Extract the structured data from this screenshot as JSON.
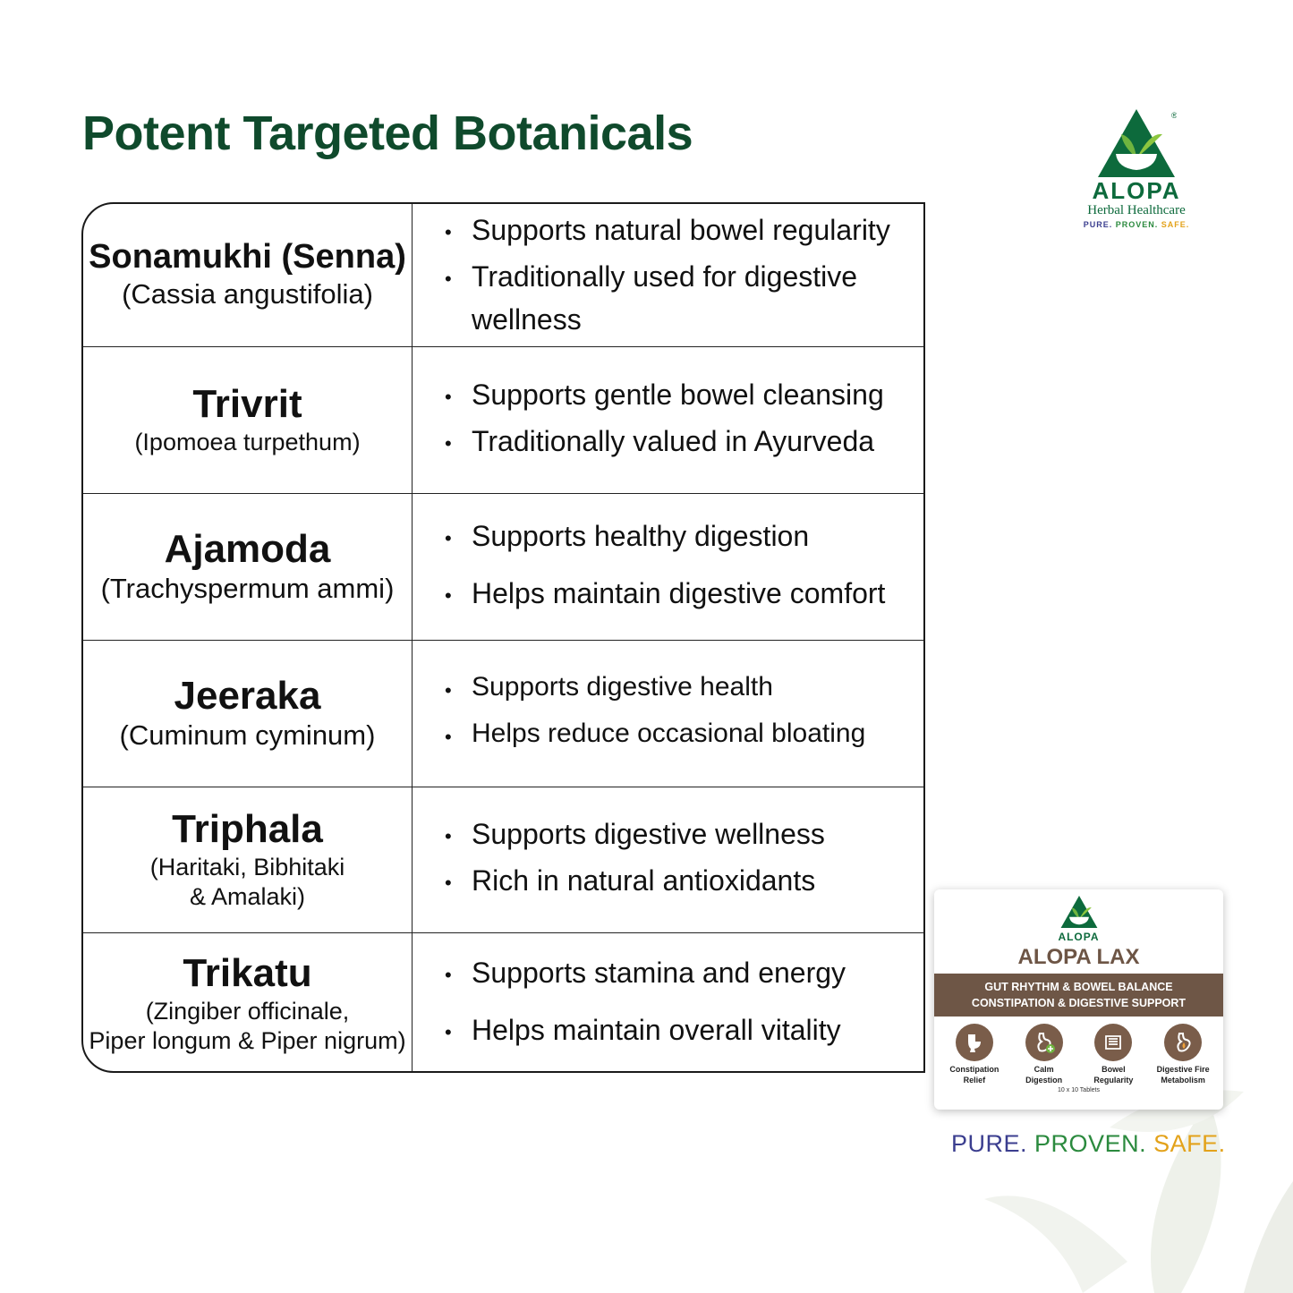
{
  "title": "Potent Targeted Botanicals",
  "logo": {
    "name": "ALOPA",
    "subtitle": "Herbal Healthcare",
    "tagline": {
      "pure": "PURE.",
      "proven": "PROVEN.",
      "safe": "SAFE."
    },
    "colors": {
      "green": "#0d6a3c",
      "leaf": "#6fb43f"
    }
  },
  "rows": [
    {
      "name": "Sonamukhi (Senna)",
      "scientific": [
        "(Cassia angustifolia)"
      ],
      "benefits": [
        "Supports natural bowel regularity",
        "Traditionally used for digestive",
        "wellness"
      ]
    },
    {
      "name": "Trivrit",
      "scientific": [
        "(Ipomoea turpethum)"
      ],
      "benefits": [
        "Supports gentle bowel cleansing",
        "Traditionally valued in Ayurveda"
      ]
    },
    {
      "name": "Ajamoda",
      "scientific": [
        "(Trachyspermum ammi)"
      ],
      "benefits": [
        "Supports healthy digestion",
        "Helps maintain digestive comfort"
      ]
    },
    {
      "name": "Jeeraka",
      "scientific": [
        "(Cuminum cyminum)"
      ],
      "benefits": [
        "Supports digestive health",
        "Helps reduce occasional bloating"
      ]
    },
    {
      "name": "Triphala",
      "scientific": [
        "(Haritaki, Bibhitaki",
        "& Amalaki)"
      ],
      "benefits": [
        "Supports digestive wellness",
        "Rich in natural antioxidants"
      ]
    },
    {
      "name": "Trikatu",
      "scientific": [
        "(Zingiber officinale,",
        "Piper longum & Piper nigrum)"
      ],
      "benefits": [
        "Supports stamina and energy",
        "Helps maintain overall vitality"
      ]
    }
  ],
  "product": {
    "brand": "ALOPA",
    "name": "ALOPA LAX",
    "band_line1": "GUT RHYTHM & BOWEL BALANCE",
    "band_line2": "CONSTIPATION & DIGESTIVE SUPPORT",
    "icons": [
      {
        "icon": "toilet-icon",
        "label1": "Constipation",
        "label2": "Relief"
      },
      {
        "icon": "stomach-plus-icon",
        "label1": "Calm",
        "label2": "Digestion"
      },
      {
        "icon": "intestine-icon",
        "label1": "Bowel",
        "label2": "Regularity"
      },
      {
        "icon": "stomach-fire-icon",
        "label1": "Digestive Fire",
        "label2": "Metabolism"
      }
    ],
    "count": "10 x 10 Tablets",
    "band_color": "#6e5646"
  },
  "footer": {
    "pure": "PURE.",
    "proven": "PROVEN.",
    "safe": "SAFE."
  },
  "colors": {
    "headline": "#0f4a2c",
    "pure": "#3b3e8f",
    "proven": "#2b8a3e",
    "safe": "#e3a21a"
  }
}
